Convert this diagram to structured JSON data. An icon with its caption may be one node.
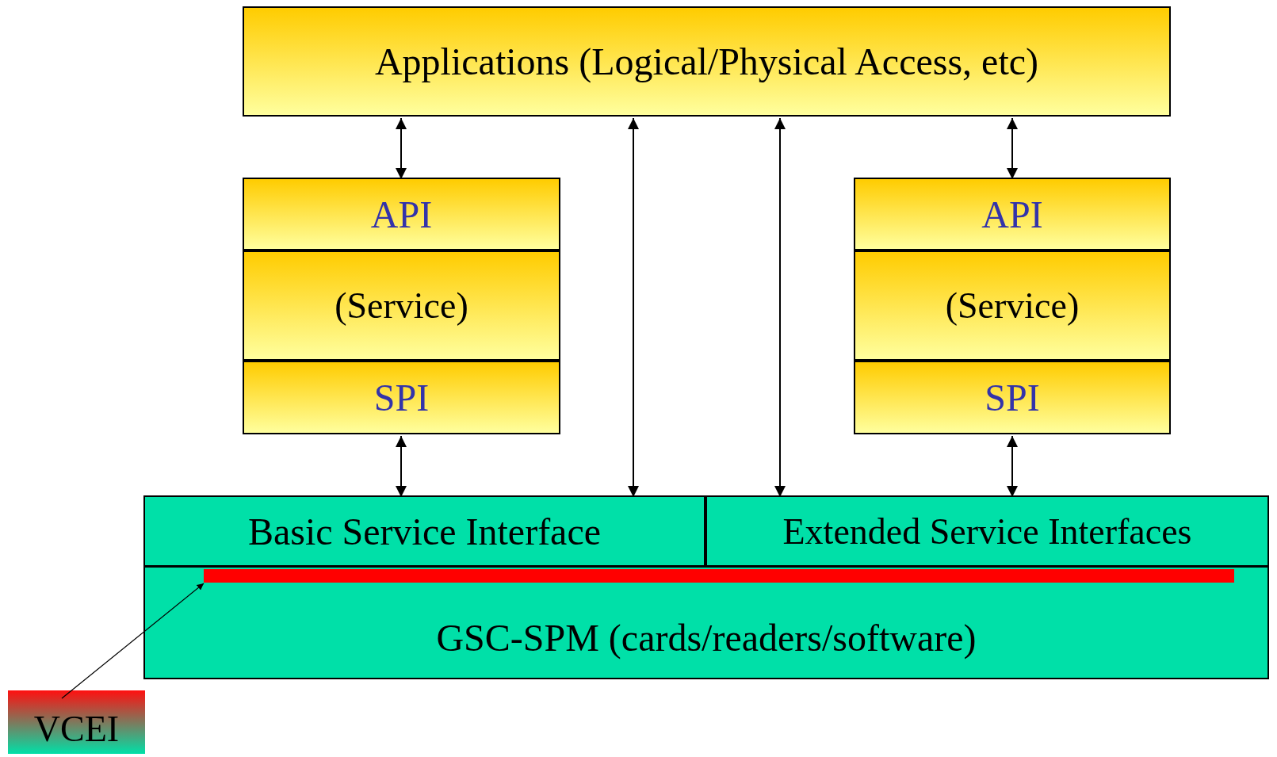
{
  "diagram": {
    "nodes": [
      {
        "text": [
          "Applications (Logical/Physical Access, etc)"
        ]
      },
      {
        "text": [
          "API"
        ]
      },
      {
        "text": [
          "(Service)"
        ]
      },
      {
        "text": [
          "SPI"
        ]
      },
      {
        "text": [
          "API"
        ]
      },
      {
        "text": [
          "(Service)"
        ]
      },
      {
        "text": [
          "SPI"
        ]
      },
      {
        "text": [
          "Basic Service Interface"
        ]
      },
      {
        "text": [
          "Extended Service Interfaces"
        ]
      },
      {
        "text": [
          "GSC-SPM (cards/readers/software)"
        ]
      },
      {
        "text": [],
        "shape": "bar",
        "in": 9
      },
      {
        "text": [
          "VCEI"
        ]
      }
    ],
    "edges": [
      {
        "from": 0,
        "to": 1,
        "arrow": "both"
      },
      {
        "from": 3,
        "to": 7,
        "arrow": "both"
      },
      {
        "from": 0,
        "to": 7,
        "arrow": "both"
      },
      {
        "from": 0,
        "to": 8,
        "arrow": "both"
      },
      {
        "from": 0,
        "to": 4,
        "arrow": "both"
      },
      {
        "from": 6,
        "to": 8,
        "arrow": "both"
      },
      {
        "from": 11,
        "to": 10,
        "arrow": "to"
      }
    ]
  }
}
